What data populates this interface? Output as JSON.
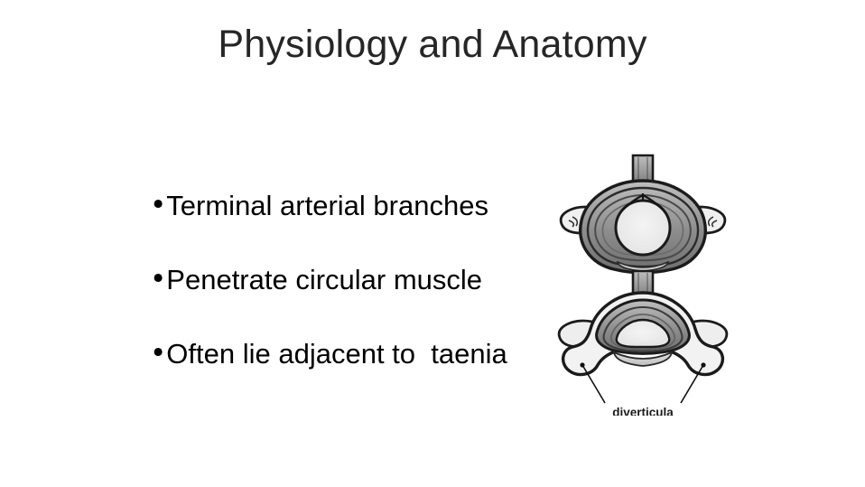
{
  "slide": {
    "background_color": "#ffffff",
    "title": "Physiology and Anatomy",
    "title_color": "#262626",
    "body_color": "#000000"
  },
  "bullets": {
    "marker": "•",
    "items": [
      {
        "text": "Terminal arterial branches"
      },
      {
        "text": "Penetrate circular muscle"
      },
      {
        "text": "Often lie adjacent to  taenia"
      }
    ]
  },
  "figure": {
    "name": "colon-cross-section-diverticula-diagram",
    "caption": "diverticula",
    "panels": [
      {
        "name": "normal-colon-cross-section",
        "description": "Transverse section of normal colon showing central lumen, concentric bowel wall layers, superior mesenteric stalk and two lateral appendices epiploicae"
      },
      {
        "name": "diverticular-colon-cross-section",
        "description": "Transverse section of colon with two lateral outpouchings (diverticula) herniating through the bowel wall, indicated by leader lines"
      }
    ],
    "colors": {
      "outline": "#1b1b1b",
      "lumen_fill": "#ececec",
      "wall_light": "#d6d6d6",
      "wall_mid": "#9a9a9a",
      "wall_dark": "#5a5a5a",
      "appendage_fill": "#f2f2f2"
    }
  }
}
